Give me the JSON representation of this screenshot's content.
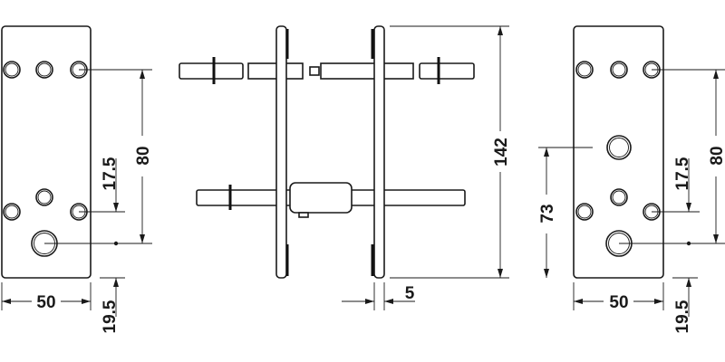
{
  "dimensions": {
    "left_plate": {
      "hole_spacing": "80",
      "offset": "17.5",
      "width": "50",
      "bottom_offset": "19.5"
    },
    "side_view": {
      "height": "142",
      "thickness": "5"
    },
    "right_plate": {
      "hole_spacing": "80",
      "offset": "17.5",
      "cylinder_offset": "73",
      "width": "50",
      "bottom_offset": "19.5"
    }
  }
}
